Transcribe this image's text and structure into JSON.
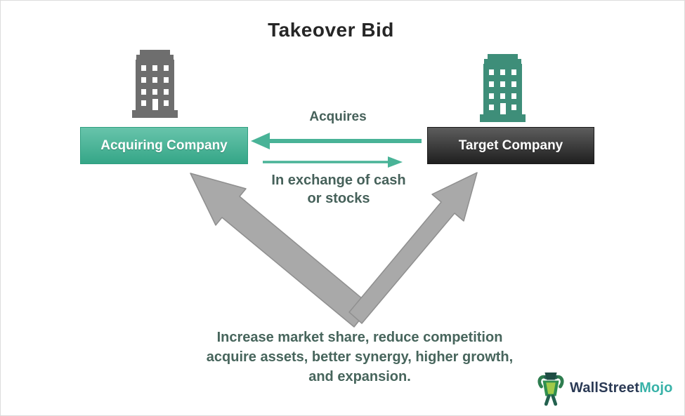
{
  "title": "Takeover Bid",
  "boxes": {
    "acquiring": {
      "label": "Acquiring Company",
      "color": "#3fae8f"
    },
    "target": {
      "label": "Target Company",
      "color": "#3a3a3a"
    }
  },
  "relations": {
    "acquires_label": "Acquires",
    "exchange_line1": "In exchange of cash",
    "exchange_line2": "or stocks"
  },
  "benefits": {
    "line1": "Increase market share, reduce competition",
    "line2": "acquire assets, better synergy, higher growth,",
    "line3": "and expansion."
  },
  "logo": {
    "wallstreet": "WallStreet",
    "mojo": "Mojo"
  },
  "icons": {
    "left_building": "building-icon-gray",
    "right_building": "building-icon-teal",
    "mascot": "wallstreetmojo-mascot"
  },
  "colors": {
    "teal_accent": "#49b397",
    "gray_arrow": "#a9a9a9",
    "gray_arrow_border": "#8f8f8f",
    "text_green": "#46615a",
    "title_text": "#262626",
    "logo_navy": "#2b3a55",
    "logo_teal": "#38b2a8",
    "building_gray": "#6e6e6e",
    "building_teal": "#3e8e79",
    "box_green_top": "#68c4ab",
    "box_green_bottom": "#35a687",
    "box_dark_top": "#5d5d5d",
    "box_dark_bottom": "#1f1f1f"
  }
}
